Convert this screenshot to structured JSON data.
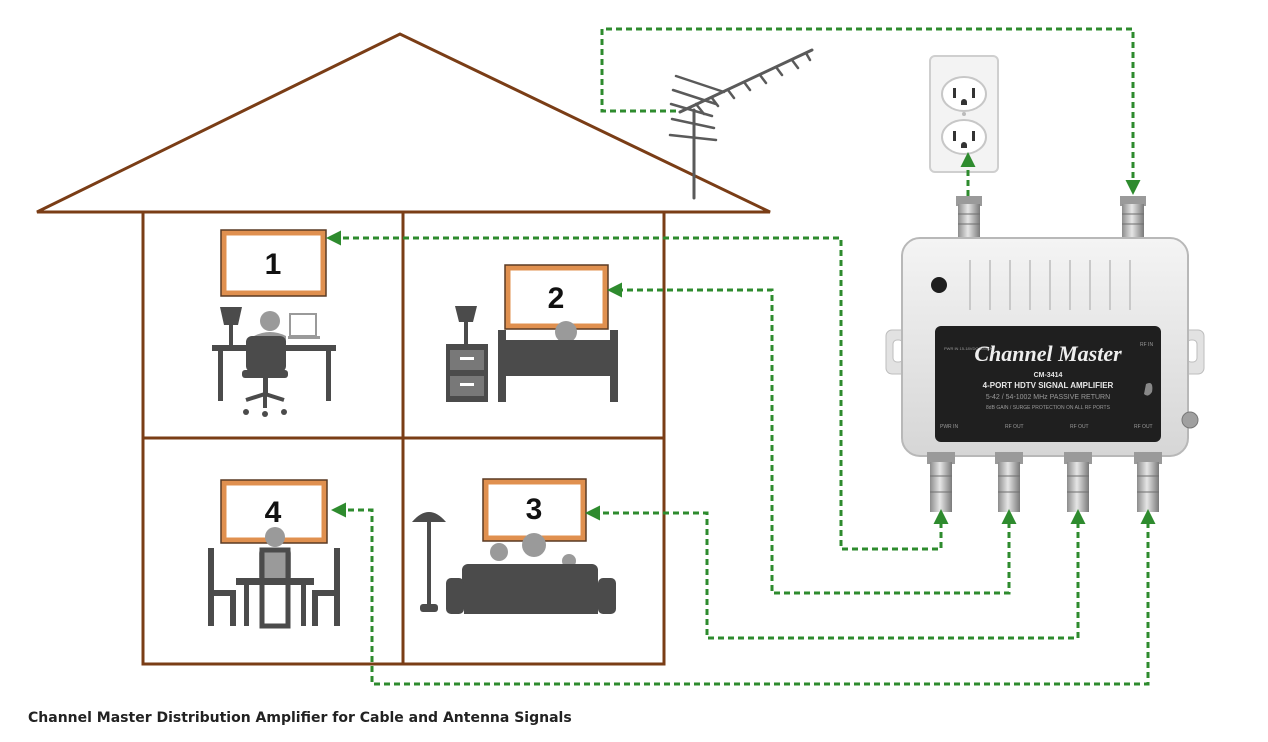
{
  "caption": "Channel Master Distribution Amplifier for Cable and Antenna Signals",
  "rooms": [
    {
      "tv_number": "1"
    },
    {
      "tv_number": "2"
    },
    {
      "tv_number": "3"
    },
    {
      "tv_number": "4"
    }
  ],
  "amplifier": {
    "brand": "Channel Master",
    "model": "CM-3414",
    "title": "4-PORT HDTV SIGNAL AMPLIFIER",
    "freq": "5-42 / 54-1002 MHz PASSIVE RETURN",
    "note": "8dB GAIN / SURGE PROTECTION ON ALL RF PORTS",
    "pwr_in": "PWR IN",
    "rf_in": "RF IN",
    "rf_out": "RF OUT",
    "power_label": "PWR IN 15-18VDC 300mA"
  },
  "colors": {
    "wire": "#2e8b2e",
    "house": "#7a3d16",
    "tv_frame": "#e0904f",
    "figure": "#4b4b4b",
    "amp_label": "#1f1f1f"
  }
}
